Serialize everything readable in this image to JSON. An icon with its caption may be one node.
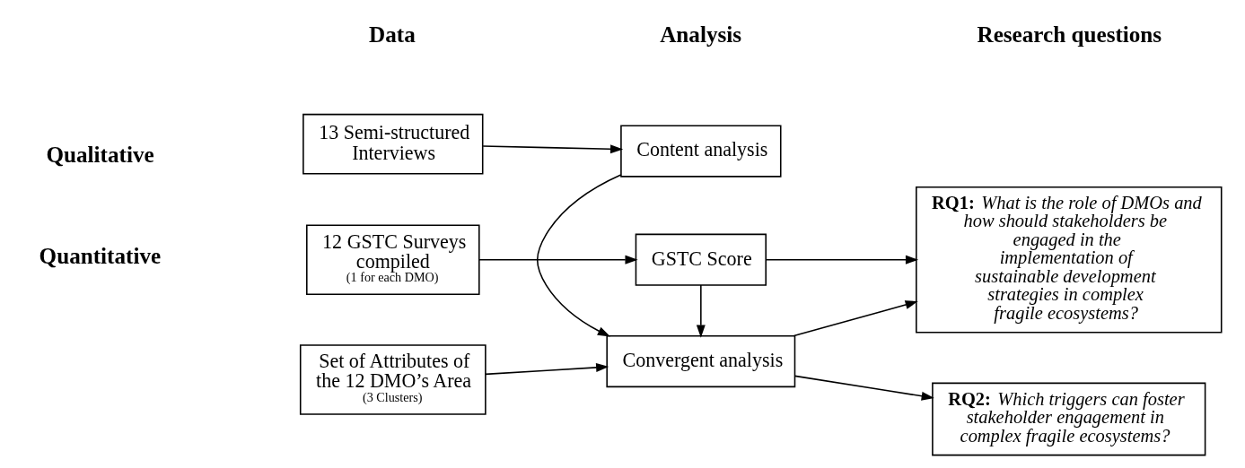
{
  "diagram": {
    "nodes": [
      {
        "text": [
          "12 GSTC Surveys compiled",
          "(1 for each DMO)"
        ]
      },
      {
        "text": [
          "Set of Attributes of the 12 DMO’s Area",
          "(3 Clusters)"
        ]
      },
      {
        "text": [
          "13 Semi-structured Interviews"
        ]
      },
      {
        "text": [
          "GSTC Score"
        ]
      },
      {
        "text": [
          "Content analysis"
        ]
      },
      {
        "text": [
          "Convergent analysis"
        ]
      },
      {
        "text": [
          "RQ1:",
          "What is the role of DMOs and how should stakeholders be engaged in the implementation of sustainable development strategies in complex fragile ecosystems?"
        ]
      },
      {
        "text": [
          "RQ2:",
          "Which triggers can foster stakeholder engagement in complex fragile ecosystems?"
        ]
      }
    ],
    "edges": [
      {
        "from": 0,
        "to": 3,
        "arrow": "to"
      },
      {
        "from": 3,
        "to": 6,
        "arrow": "to"
      },
      {
        "from": 3,
        "to": 5,
        "arrow": "to"
      },
      {
        "from": 1,
        "to": 5,
        "arrow": "to"
      },
      {
        "from": 2,
        "to": 4,
        "arrow": "to"
      },
      {
        "from": 4,
        "to": 5,
        "arrow": "to"
      },
      {
        "from": 5,
        "to": 6,
        "arrow": "to"
      },
      {
        "from": 5,
        "to": 7,
        "arrow": "to"
      }
    ],
    "labels": [
      "Data",
      "Analysis",
      "Research questions",
      "Quantitative",
      "Qualitative"
    ]
  }
}
